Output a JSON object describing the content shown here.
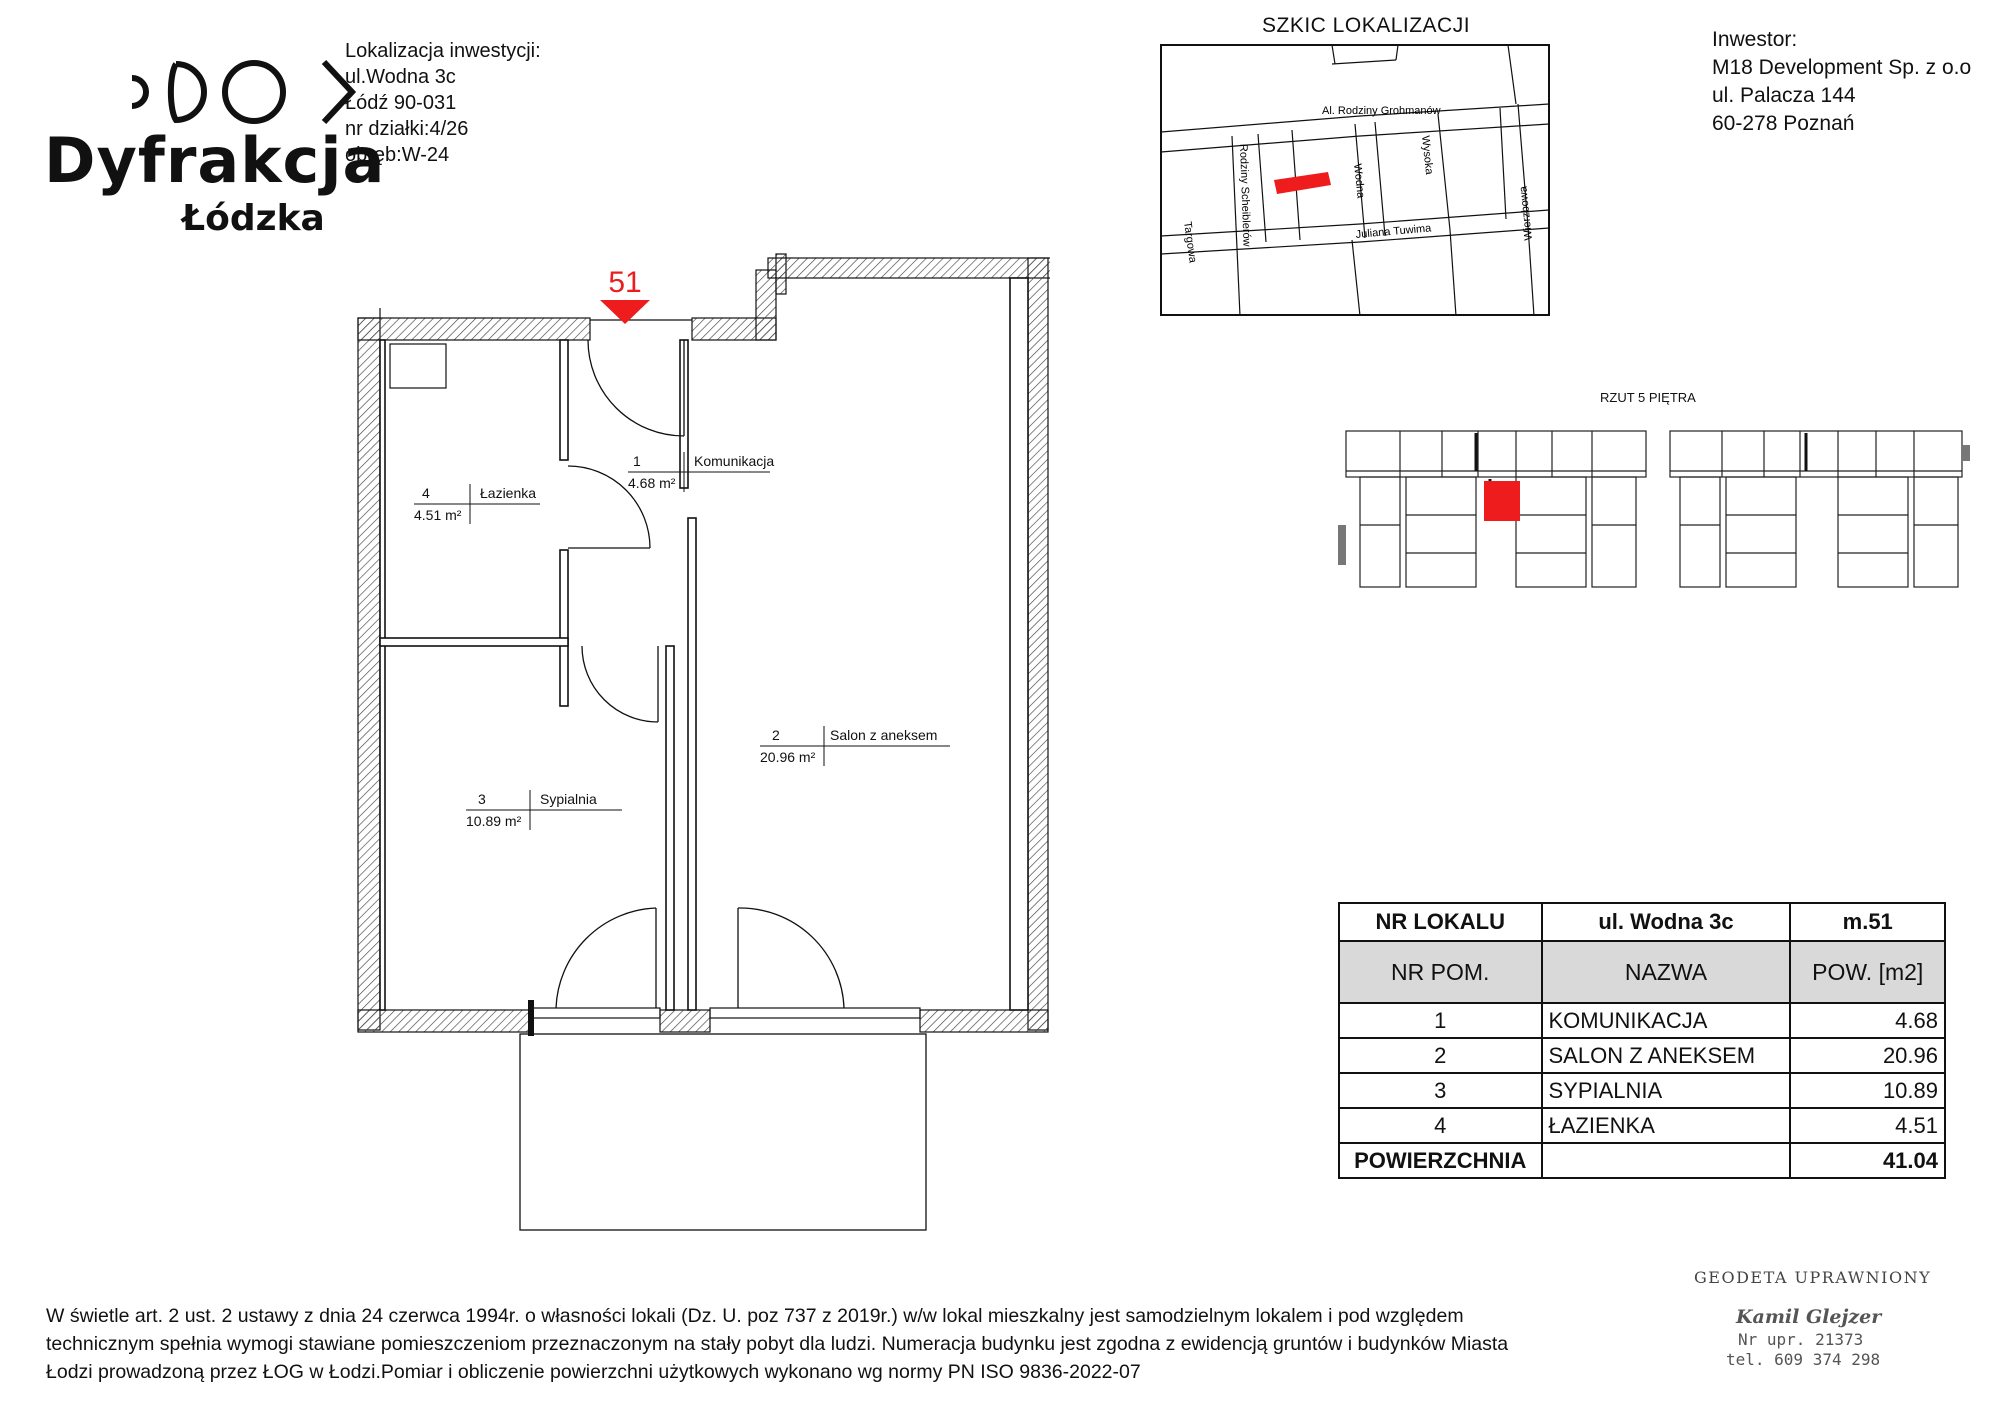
{
  "brand": {
    "name": "Dyfrakcja",
    "subname": "Łódzka"
  },
  "location_info": {
    "heading": "Lokalizacja inwestycji:",
    "street": "ul.Wodna 3c",
    "city": "Łódź 90-031",
    "plot": "nr działki:4/26",
    "precinct": "obręb:W-24"
  },
  "sketch": {
    "title": "SZKIC LOKALIZACJI",
    "streets": {
      "grohmanow": "Al. Rodziny Grohmanów",
      "scheiblerow": "Rodziny Scheiblerów",
      "wodna": "Wodna",
      "wysoka": "Wysoka",
      "tuwima": "Juliana Tuwima",
      "targowa": "Targowa",
      "wierzbowa": "Wierzbowa"
    }
  },
  "investor": {
    "heading": "Inwestor:",
    "company": "M18 Development Sp. z o.o",
    "street": "ul. Palacza 144",
    "city": "60-278 Poznań"
  },
  "floor_overview": {
    "title": "RZUT 5 PIĘTRA"
  },
  "plan": {
    "unit_marker": "51",
    "rooms": [
      {
        "no": "1",
        "name": "Komunikacja",
        "area": "4.68 m²"
      },
      {
        "no": "2",
        "name": "Salon z aneksem",
        "area": "20.96 m²"
      },
      {
        "no": "3",
        "name": "Sypialnia",
        "area": "10.89 m²"
      },
      {
        "no": "4",
        "name": "Łazienka",
        "area": "4.51 m²"
      }
    ]
  },
  "table": {
    "header": [
      "NR LOKALU",
      "ul. Wodna 3c",
      "m.51"
    ],
    "columns": [
      "NR POM.",
      "NAZWA",
      "POW. [m2]"
    ],
    "rows": [
      [
        "1",
        "KOMUNIKACJA",
        "4.68"
      ],
      [
        "2",
        "SALON Z ANEKSEM",
        "20.96"
      ],
      [
        "3",
        "SYPIALNIA",
        "10.89"
      ],
      [
        "4",
        "ŁAZIENKA",
        "4.51"
      ]
    ],
    "total_label": "POWIERZCHNIA",
    "total_value": "41.04"
  },
  "legal": {
    "line1": "W świetle art. 2 ust. 2 ustawy z dnia 24 czerwca 1994r. o własności lokali (Dz. U. poz 737 z 2019r.) w/w lokal mieszkalny  jest samodzielnym lokalem i pod względem",
    "line2": "technicznym spełnia wymogi stawiane pomieszczeniom przeznaczonym na  stały pobyt  dla ludzi.  Numeracja budynku jest zgodna z ewidencją gruntów i budynków Miasta",
    "line3": "Łodzi prowadzoną przez ŁOG w Łodzi.Pomiar i obliczenie powierzchni użytkowych wykonano wg normy PN ISO 9836-2022-07"
  },
  "stamp": {
    "title": "GEODETA UPRAWNIONY",
    "name": "Kamil Glejzer",
    "license": "Nr upr. 21373",
    "phone": "tel. 609 374 298"
  },
  "colors": {
    "highlight": "#ee1c1c",
    "wall_hatch": "#444444",
    "table_header_bg": "#d9d9d9"
  }
}
